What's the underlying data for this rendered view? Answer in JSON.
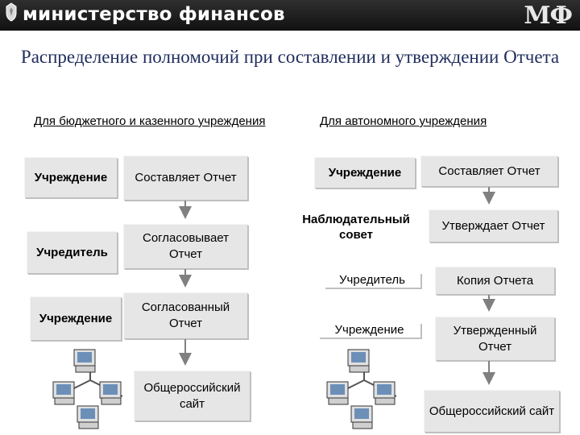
{
  "header": {
    "title": "министерство финансов",
    "logo": "МФ"
  },
  "main_title": "Распределение полномочий при составлении и утверждении Отчета",
  "left_column": {
    "heading": "Для бюджетного и казенного учреждения",
    "actors": [
      "Учреждение",
      "Учредитель",
      "Учреждение"
    ],
    "steps": [
      "Составляет Отчет",
      "Согласовывает Отчет",
      "Согласованный Отчет",
      "Общероссийский сайт"
    ]
  },
  "right_column": {
    "heading": "Для автономного учреждения",
    "actors": [
      "Учреждение",
      "Наблюдательный совет",
      "Учредитель",
      "Учреждение"
    ],
    "steps": [
      "Составляет Отчет",
      "Утверждает Отчет",
      "Копия Отчета",
      "Утвержденный Отчет",
      "Общероссийский сайт"
    ]
  },
  "icons": {
    "computer": "computer-network-icon",
    "emblem": "coat-of-arms-icon",
    "arrow": "arrow-down-icon"
  },
  "colors": {
    "header_bg": "#1a1a1a",
    "title": "#1f2c5c",
    "box_bg": "#e6e6e6",
    "arrow": "#808080"
  }
}
